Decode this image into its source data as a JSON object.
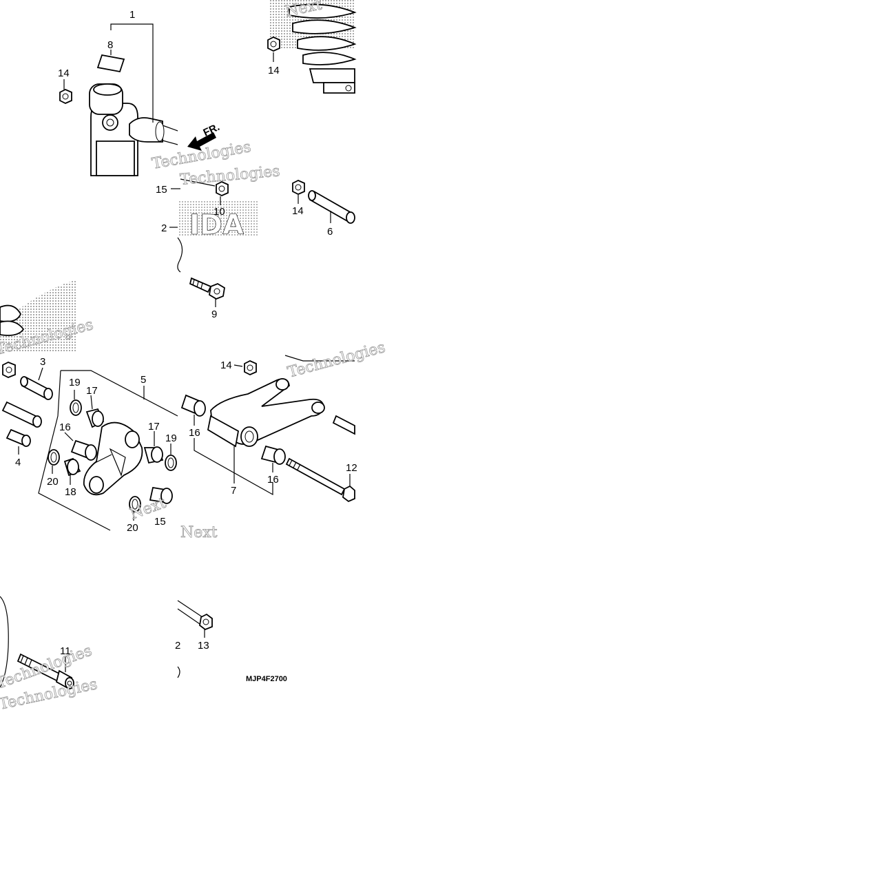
{
  "diagram": {
    "part_code": "MJP4F2700",
    "front_marker": "FR.",
    "watermark_texts": [
      "Technologies",
      "Next",
      "Technologies",
      "Technologies",
      "Next",
      "Technologies",
      "Next",
      "Technologies",
      "Technologies"
    ],
    "callouts": {
      "c1": "1",
      "c2": "2",
      "c3": "3",
      "c4": "4",
      "c5": "5",
      "c6": "6",
      "c7": "7",
      "c8": "8",
      "c9": "9",
      "c10": "10",
      "c11": "11",
      "c12": "12",
      "c12b": "2",
      "c13": "13",
      "c14a": "14",
      "c14b": "14",
      "c14c": "14",
      "c14d": "14",
      "c15a": "15",
      "c15b": "15",
      "c16a": "16",
      "c16b": "16",
      "c16c": "16",
      "c17a": "17",
      "c17b": "17",
      "c18": "18",
      "c19a": "19",
      "c19b": "19",
      "c20a": "20",
      "c20b": "20"
    }
  }
}
